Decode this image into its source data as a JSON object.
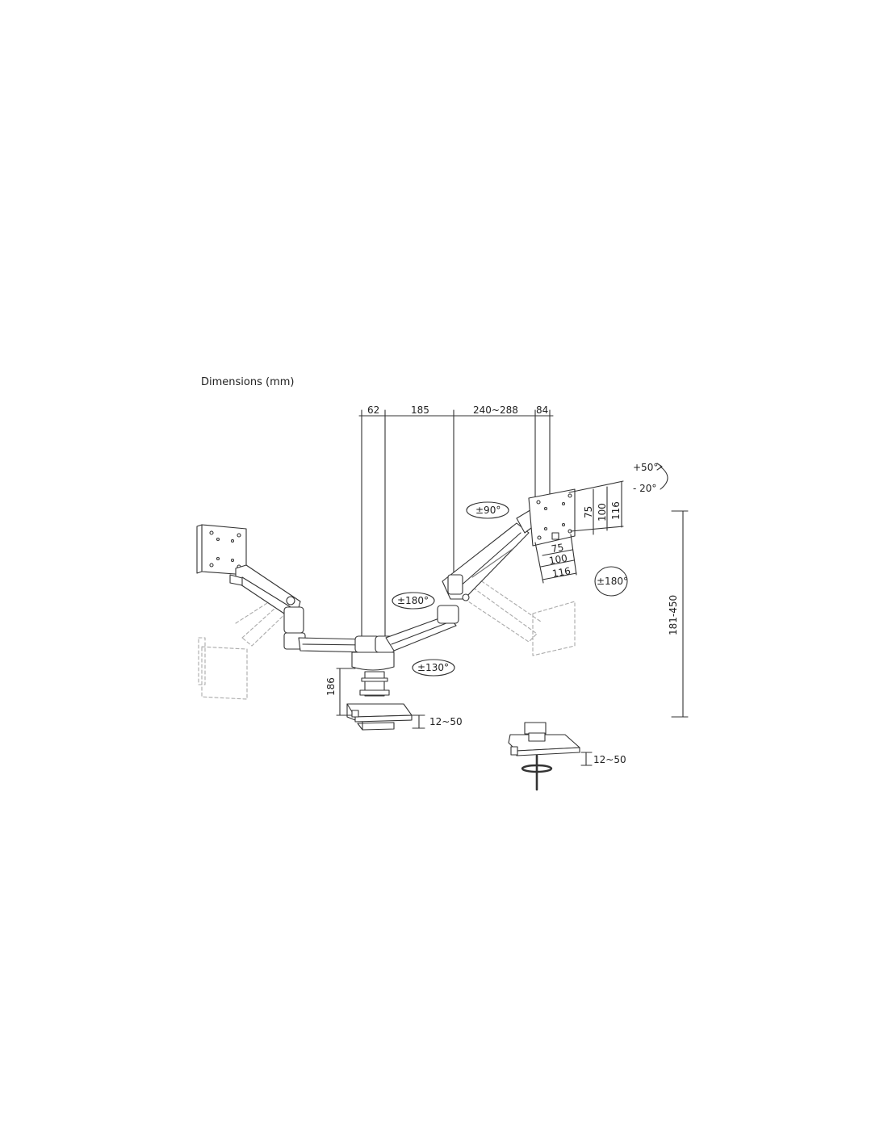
{
  "diagram": {
    "title": "Dimensions (mm)",
    "top_dims": [
      "62",
      "185",
      "240~288",
      "84"
    ],
    "tilt": {
      "up": "+50°",
      "down": "- 20°"
    },
    "rotations": {
      "head_swivel": "±90°",
      "arm_swivel": "±180°",
      "screen_rotate": "±180°",
      "base_swivel": "±130°"
    },
    "vesa": {
      "h_small": "75",
      "h_mid": "100",
      "h_large": "116",
      "w_small": "75",
      "w_mid": "100",
      "w_large": "116"
    },
    "height_range": "181-450",
    "pole_height": "186",
    "clamp_range": "12~50",
    "grommet_range": "12~50"
  }
}
